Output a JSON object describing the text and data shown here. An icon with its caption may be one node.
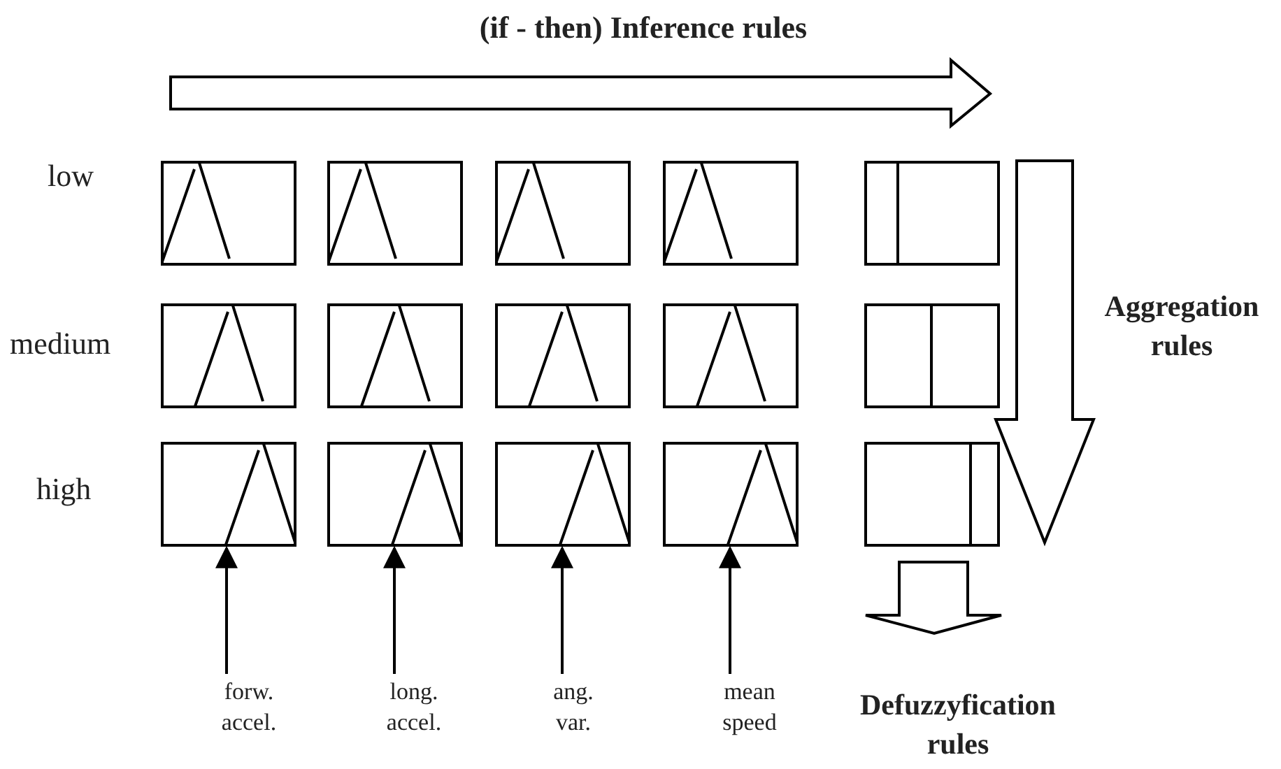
{
  "diagram": {
    "nodes": [
      {
        "text": [],
        "shape": "box"
      },
      {
        "text": [],
        "shape": "box"
      },
      {
        "text": [],
        "shape": "box"
      },
      {
        "text": [],
        "shape": "box"
      },
      {
        "text": [],
        "shape": "box"
      },
      {
        "text": [],
        "shape": "box"
      },
      {
        "text": [],
        "shape": "box"
      },
      {
        "text": [],
        "shape": "box"
      },
      {
        "text": [],
        "shape": "box"
      },
      {
        "text": [],
        "shape": "box"
      },
      {
        "text": [],
        "shape": "box"
      },
      {
        "text": [],
        "shape": "box"
      },
      {
        "text": [],
        "shape": "box"
      },
      {
        "text": [],
        "shape": "box"
      },
      {
        "text": [],
        "shape": "box"
      },
      {
        "text": [
          "forw. accel."
        ]
      },
      {
        "text": [
          "long. accel."
        ]
      },
      {
        "text": [
          "ang. var."
        ]
      },
      {
        "text": [
          "mean speed"
        ]
      }
    ],
    "edges": [
      {
        "from": 15,
        "to": 10,
        "arrow": "to"
      },
      {
        "from": 16,
        "to": 11,
        "arrow": "to"
      },
      {
        "from": 17,
        "to": 12,
        "arrow": "to"
      },
      {
        "from": 18,
        "to": 13,
        "arrow": "to"
      }
    ],
    "labels": [
      "(if - then) Inference rules",
      "low",
      "Aggregation rules",
      "medium",
      "high",
      "Defuzzyfication rules"
    ]
  }
}
